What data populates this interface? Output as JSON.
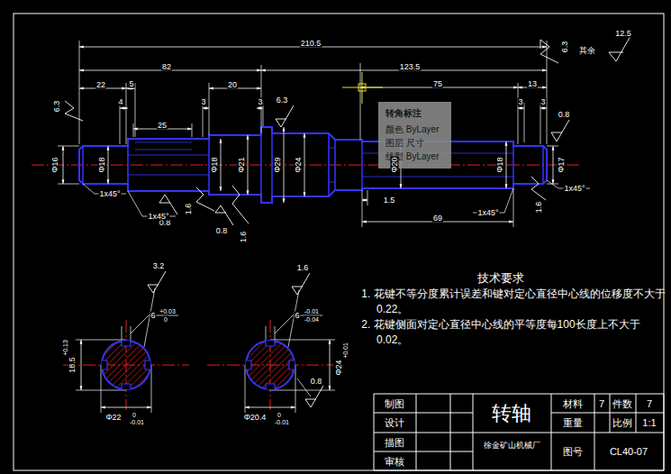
{
  "diagram": {
    "nodes": [
      {
        "text": [
          "转角标注",
          "颜色 ByLayer",
          "图层 尺寸",
          "线型 ByLayer"
        ]
      }
    ],
    "labels": [
      "210.5",
      "其余",
      "12.5",
      "6.3",
      "82",
      "123.5",
      "22",
      "5",
      "20",
      "75",
      "13",
      "4",
      "3",
      "3",
      "3",
      "3",
      "25",
      "6.3",
      "6.3",
      "0.8",
      "Φ16",
      "Φ18",
      "Φ18",
      "Φ21",
      "Φ29",
      "Φ24",
      "Φ20",
      "Φ18",
      "Φ17",
      "1x45°",
      "0.8",
      "1x45°",
      "1.6",
      "0.8",
      "1.6",
      "1.5",
      "69",
      "1x45°",
      "1.6",
      "1x45°",
      "3.2",
      "1.6",
      "6",
      "+0.03",
      "0",
      "6",
      "-0.01",
      "-0.04",
      "18.5",
      "+0.13",
      "Φ24",
      "+0.01",
      "Φ22",
      "0",
      "-0.01",
      "Φ20.4",
      "0",
      "-0.01",
      "0.8",
      "技术要求",
      "1. 花键不等分度累计误差和键对定心直径中心线的位移度不大于0.22。",
      "2. 花键侧面对定心直径中心线的平等度每100长度上不大于0.02。",
      "制图",
      "设计",
      "描图",
      "审核",
      "转轴",
      "徐金矿山机械厂",
      "材料",
      "7",
      "件数",
      "7",
      "重量",
      "比例",
      "1:1",
      "图号",
      "CL40-07"
    ]
  }
}
